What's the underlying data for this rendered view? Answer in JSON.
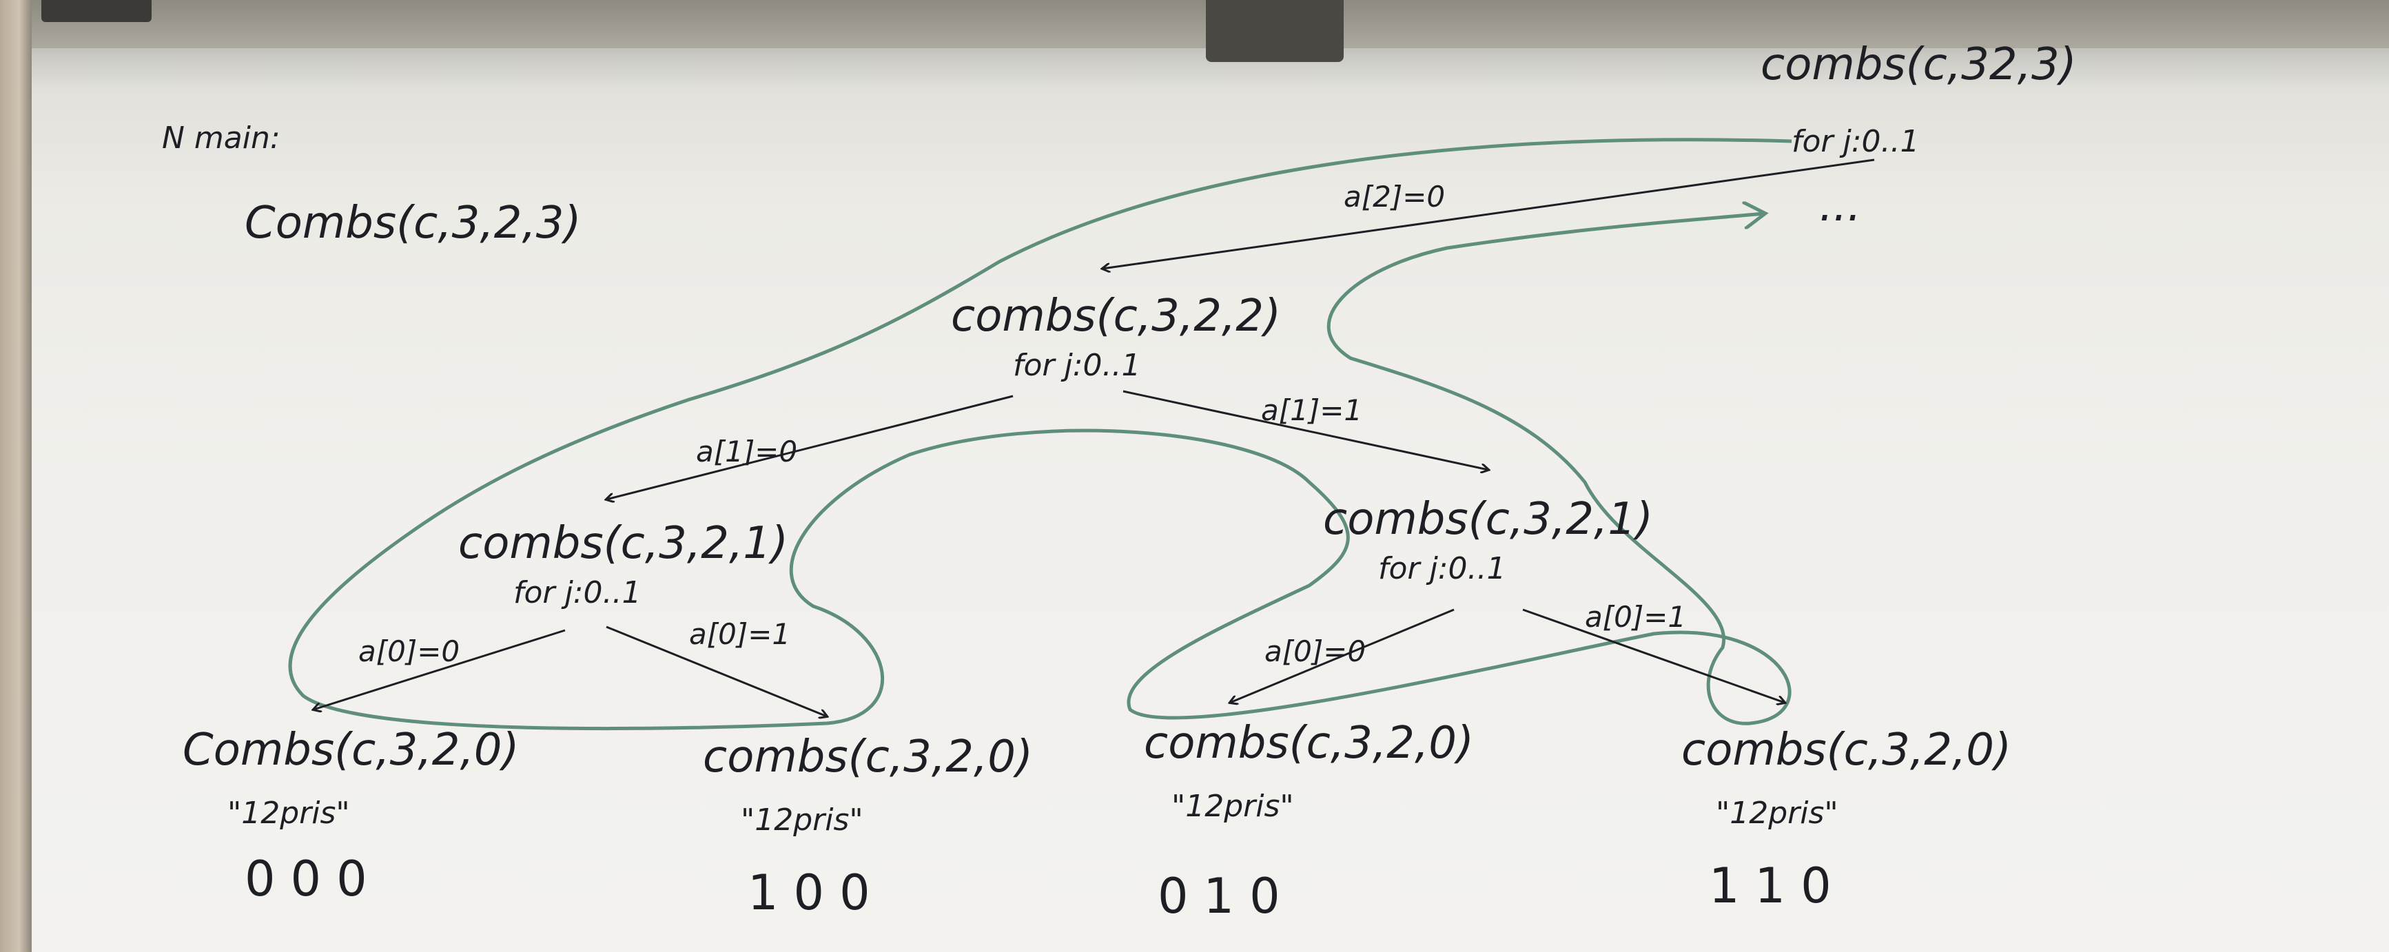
{
  "board": {
    "main_label": "N main:",
    "main_call": "Combs(c,3,2,3)",
    "root": {
      "call": "combs(c,32,3)",
      "loop": "for j:0..1",
      "continuation": "..."
    },
    "edges": {
      "root_to_l1": "a[2]=0",
      "l1_left": "a[1]=0",
      "l1_right": "a[1]=1",
      "l2a_left": "a[0]=0",
      "l2a_right": "a[0]=1",
      "l2b_left": "a[0]=0",
      "l2b_right": "a[0]=1"
    },
    "level1": {
      "call": "combs(c,3,2,2)",
      "loop": "for j:0..1"
    },
    "level2": [
      {
        "call": "combs(c,3,2,1)",
        "loop": "for j:0..1"
      },
      {
        "call": "combs(c,3,2,1)",
        "loop": "for j:0..1"
      }
    ],
    "leaves": [
      {
        "call": "Combs(c,3,2,0)",
        "note": "\"12pris\"",
        "bits": "000"
      },
      {
        "call": "combs(c,3,2,0)",
        "note": "\"12pris\"",
        "bits": "100"
      },
      {
        "call": "combs(c,3,2,0)",
        "note": "\"12pris\"",
        "bits": "010"
      },
      {
        "call": "combs(c,3,2,0)",
        "note": "\"12pris\"",
        "bits": "110"
      }
    ]
  },
  "colors": {
    "ink": "#1d1f24",
    "trace": "#5f8f7c",
    "board": "#f1f0ec"
  }
}
